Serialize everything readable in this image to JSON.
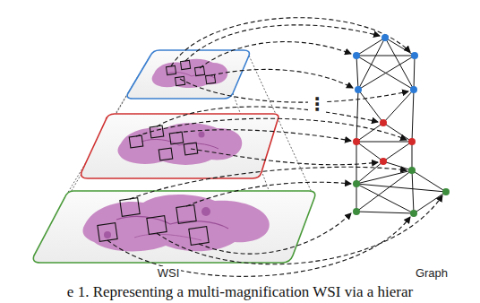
{
  "diagram": {
    "caption": "e 1. Representing a multi-magnification WSI via a hierar",
    "labels": [
      "WSI",
      "Graph",
      "⋮"
    ]
  }
}
